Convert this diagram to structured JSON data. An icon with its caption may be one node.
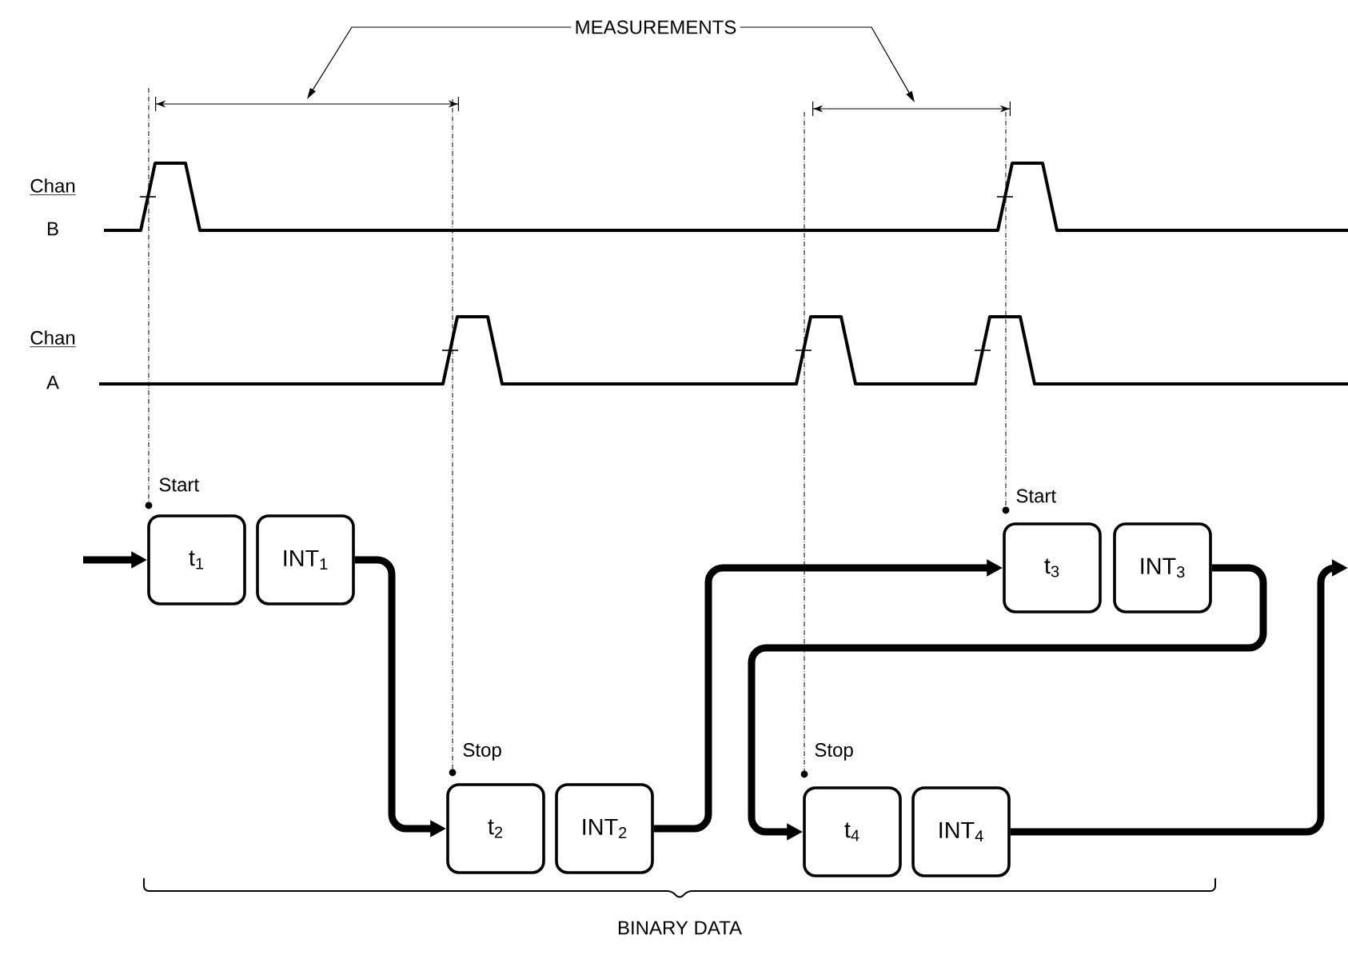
{
  "diagram": {
    "nodes": [
      {
        "text": [
          "MEASUREMENTS"
        ]
      },
      {
        "text": [
          "t$_{1}$"
        ],
        "beside": [
          "Start"
        ]
      },
      {
        "text": [
          "INT$_{1}$"
        ]
      },
      {
        "text": [
          "t$_{2}$"
        ],
        "beside": [
          "Stop"
        ]
      },
      {
        "text": [
          "INT$_{2}$"
        ]
      },
      {
        "text": [
          "t$_{3}$"
        ],
        "beside": [
          "Start"
        ]
      },
      {
        "text": [
          "INT$_{3}$"
        ]
      },
      {
        "text": [
          "t$_{4}$"
        ],
        "beside": [
          "Stop"
        ]
      },
      {
        "text": [
          "INT$_{4}$"
        ]
      }
    ],
    "edges": [
      {
        "from": 0,
        "to": null,
        "arrow": "to"
      },
      {
        "from": 0,
        "to": null,
        "arrow": "to"
      },
      {
        "from": null,
        "to": 1,
        "arrow": "to"
      },
      {
        "from": 2,
        "to": 3,
        "arrow": "to"
      },
      {
        "from": 4,
        "to": 5,
        "arrow": "to"
      },
      {
        "from": 6,
        "to": 7,
        "arrow": "to"
      },
      {
        "from": 8,
        "to": null,
        "arrow": "to"
      }
    ],
    "labels": [
      "Chan",
      "B",
      "Chan",
      "A",
      "BINARY DATA"
    ]
  }
}
